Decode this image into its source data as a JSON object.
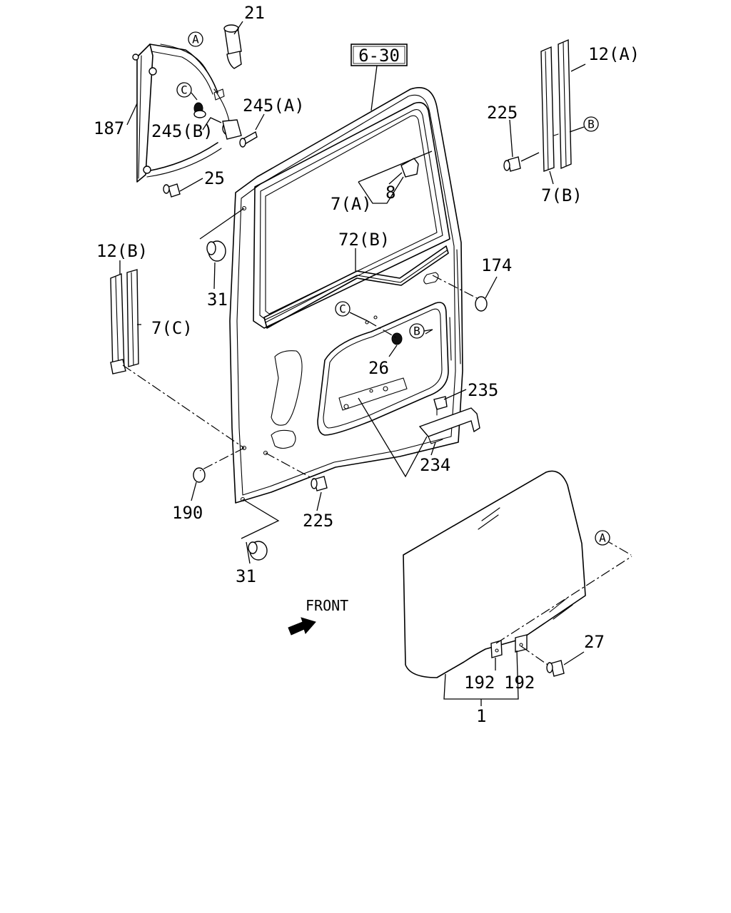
{
  "ref_box": "6-30",
  "front_label": "FRONT",
  "labels": {
    "p21": "21",
    "p187": "187",
    "p245b": "245(B)",
    "p245a": "245(A)",
    "p25": "25",
    "p225_top": "225",
    "p12a": "12(A)",
    "p7b": "7(B)",
    "p7a": "7(A)",
    "p8": "8",
    "p72b": "72(B)",
    "p31_top": "31",
    "p12b": "12(B)",
    "p7c": "7(C)",
    "p174": "174",
    "p26": "26",
    "p235": "235",
    "p234": "234",
    "p190": "190",
    "p225_bot": "225",
    "p31_bot": "31",
    "p27": "27",
    "p192_left": "192",
    "p192_right": "192",
    "p1": "1"
  },
  "callouts": {
    "a_top": "A",
    "c_top": "C",
    "b_right": "B",
    "c_mid": "C",
    "b_mid": "B",
    "a_glass": "A"
  }
}
